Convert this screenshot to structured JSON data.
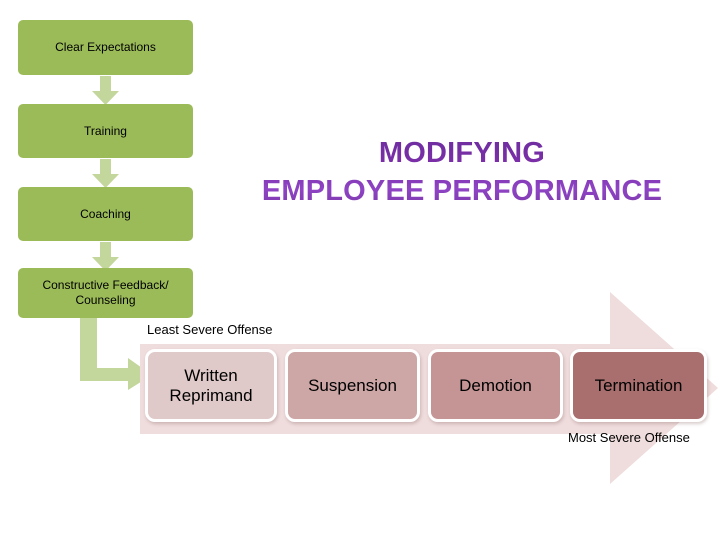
{
  "slide": {
    "title": {
      "line1": "MODIFYING",
      "line2": "EMPLOYEE PERFORMANCE",
      "color": "#7B2FA8"
    },
    "process_flow": {
      "box_color": "#9BBB59",
      "arrow_color": "#C3D69B",
      "steps": [
        {
          "label": "Clear Expectations"
        },
        {
          "label": "Training"
        },
        {
          "label": "Coaching"
        },
        {
          "label": "Constructive Feedback/ Counseling"
        }
      ]
    },
    "severity_scale": {
      "band_color": "#EFDCDC",
      "start_caption": "Least Severe Offense",
      "end_caption": "Most Severe Offense",
      "steps": [
        {
          "label": "Written Reprimand",
          "color": "#E0C9C9"
        },
        {
          "label": "Suspension",
          "color": "#CDA6A6"
        },
        {
          "label": "Demotion",
          "color": "#C59595"
        },
        {
          "label": "Termination",
          "color": "#A96F6F"
        }
      ]
    }
  }
}
